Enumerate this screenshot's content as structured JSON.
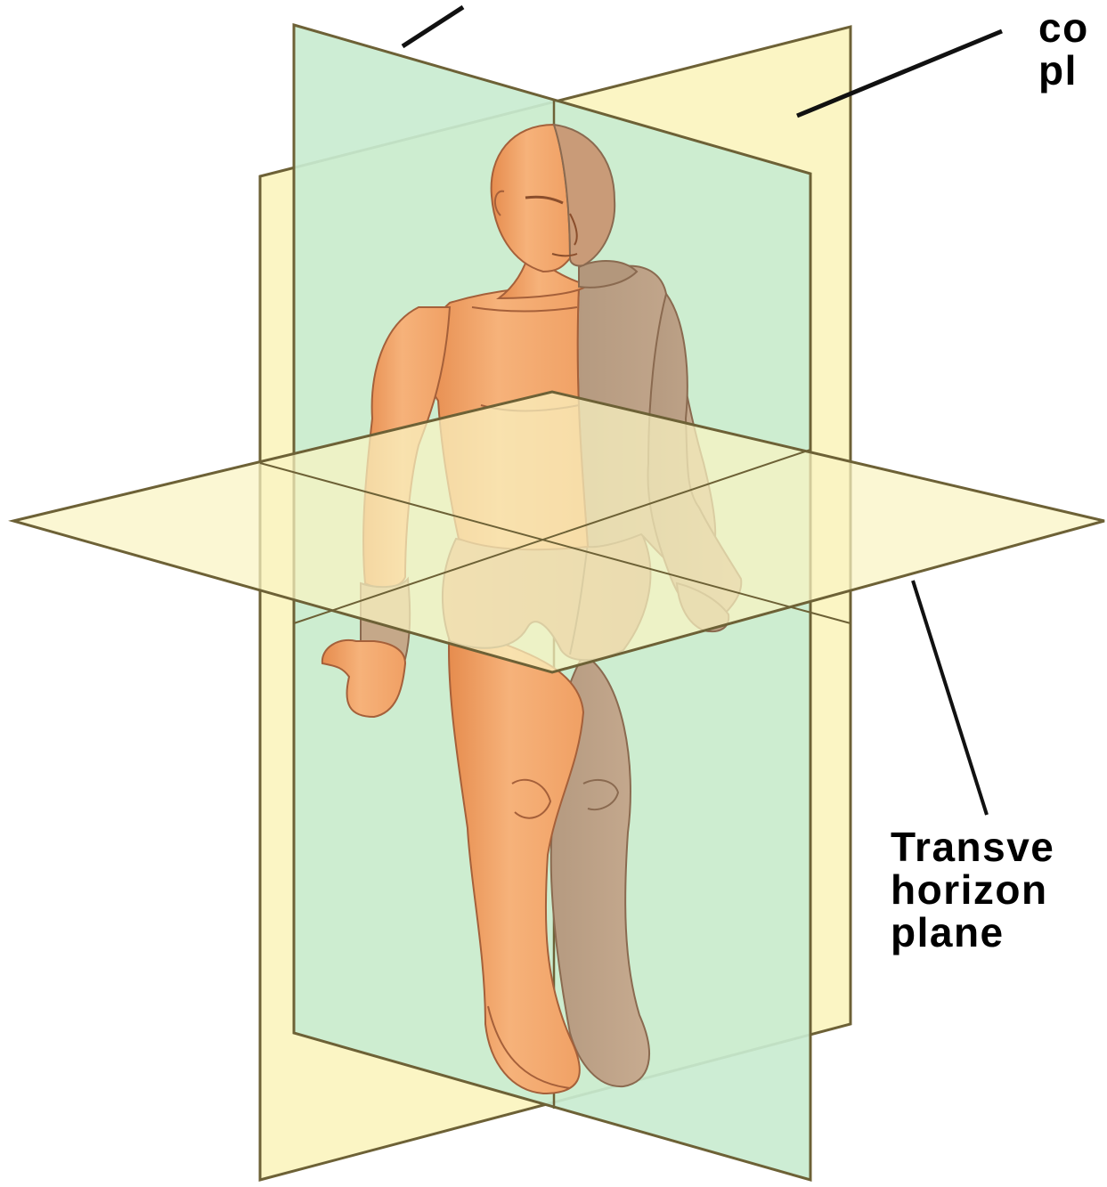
{
  "labels": {
    "coronal": [
      "co",
      "pl"
    ],
    "transverse": [
      "Transve",
      "horizon",
      "plane"
    ]
  },
  "colors": {
    "coronal_plane": "#fbf5c4",
    "sagittal_plane": "#c9ecd0",
    "transverse_plane": "#f9f4c2",
    "plane_edge": "#6d6136",
    "skin": "#f2a56b",
    "skin_shaded": "#c9a687",
    "leader_line": "#111111"
  },
  "icons": [
    "human-figure"
  ]
}
